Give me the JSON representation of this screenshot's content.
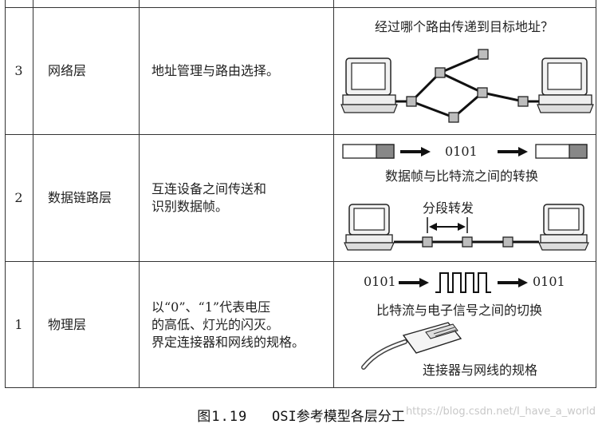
{
  "rows": [
    {
      "number": "3",
      "name": "网络层",
      "description": "地址管理与路由选择。"
    },
    {
      "number": "2",
      "name": "数据链路层",
      "description": "互连设备之间传送和\n识别数据帧。"
    },
    {
      "number": "1",
      "name": "物理层",
      "description": "以“0”、“1”代表电压\n的高低、灯光的闪灭。\n界定连接器和网线的规格。"
    }
  ],
  "illustrations": {
    "network": {
      "question": "经过哪个路由传递到目标地址？"
    },
    "datalink": {
      "bits": "0101",
      "frame_caption": "数据帧与比特流之间的转换",
      "segment_label": "分段转发"
    },
    "physical": {
      "bits_in": "0101",
      "bits_out": "0101",
      "signal_caption": "比特流与电子信号之间的切换",
      "connector_caption": "连接器与网线的规格"
    }
  },
  "caption": {
    "figure": "图1.19",
    "text": "OSI参考模型各层分工"
  },
  "watermark": "https://blog.csdn.net/I_have_a_world"
}
